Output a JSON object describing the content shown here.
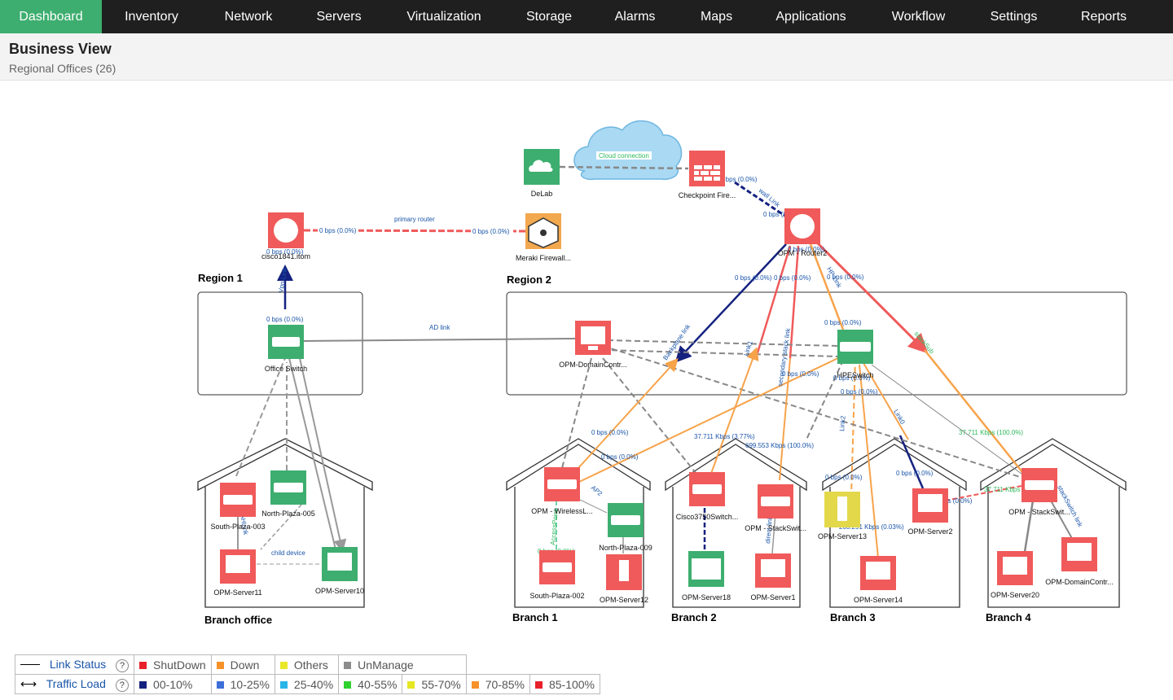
{
  "nav": [
    {
      "label": "Dashboard",
      "active": true
    },
    {
      "label": "Inventory"
    },
    {
      "label": "Network"
    },
    {
      "label": "Servers"
    },
    {
      "label": "Virtualization"
    },
    {
      "label": "Storage"
    },
    {
      "label": "Alarms"
    },
    {
      "label": "Maps"
    },
    {
      "label": "Applications"
    },
    {
      "label": "Workflow"
    },
    {
      "label": "Settings"
    },
    {
      "label": "Reports"
    }
  ],
  "header": {
    "title": "Business View",
    "subtitle": "Regional Offices (26)"
  },
  "colors": {
    "nav_bg": "#1f1f1f",
    "active": "#3dae6f",
    "down": "#f05a5a",
    "up": "#3dae6f",
    "warning": "#f2a84e",
    "attention": "#e3d84a",
    "traffic_orange": "#f7a34a",
    "traffic_navy": "#14217f"
  },
  "regions": {
    "region1": "Region 1",
    "region2": "Region 2",
    "branch_office": "Branch office",
    "branch1": "Branch 1",
    "branch2": "Branch 2",
    "branch3": "Branch 3",
    "branch4": "Branch 4"
  },
  "devices": {
    "delab": {
      "label": "DeLab",
      "icon": "cloud-server-icon",
      "status": "up"
    },
    "checkpoint": {
      "label": "Checkpoint Fire...",
      "icon": "firewall-icon",
      "status": "down"
    },
    "meraki": {
      "label": "Meraki Firewall...",
      "icon": "hub-icon",
      "status": "warning"
    },
    "cisco": {
      "label": "cisco1841.itom",
      "icon": "router-icon",
      "status": "down"
    },
    "router2": {
      "label": "OPM - Router2",
      "icon": "router-icon",
      "status": "down"
    },
    "office_switch": {
      "label": "Office Switch",
      "icon": "switch-icon",
      "status": "up"
    },
    "domain_contr": {
      "label": "OPM-DomainContr...",
      "icon": "server-icon",
      "status": "down"
    },
    "hpe_switch": {
      "label": "HPESwitch",
      "icon": "switch-icon",
      "status": "up"
    },
    "south_plaza_003": {
      "label": "South-Plaza-003",
      "icon": "switch-icon",
      "status": "down"
    },
    "north_plaza_005": {
      "label": "North-Plaza-005",
      "icon": "switch-icon",
      "status": "up"
    },
    "server11": {
      "label": "OPM-Server11",
      "icon": "server-icon",
      "status": "down"
    },
    "server10": {
      "label": "OPM-Server10",
      "icon": "server-icon",
      "status": "up"
    },
    "wireless": {
      "label": "OPM - WirelessL...",
      "icon": "switch-icon",
      "status": "down"
    },
    "north_plaza_009": {
      "label": "North-Plaza-009",
      "icon": "switch-icon",
      "status": "up"
    },
    "south_plaza_002": {
      "label": "South-Plaza-002",
      "icon": "switch-icon",
      "status": "down"
    },
    "server12": {
      "label": "OPM-Server12",
      "icon": "printer-icon",
      "status": "down"
    },
    "cisco3750": {
      "label": "Cisco3750Switch...",
      "icon": "switch-icon",
      "status": "down"
    },
    "stackswitch_b2": {
      "label": "OPM - StackSwit...",
      "icon": "switch-icon",
      "status": "down"
    },
    "server18": {
      "label": "OPM-Server18",
      "icon": "storage-icon",
      "status": "up"
    },
    "server1": {
      "label": "OPM-Server1",
      "icon": "linux-server-icon",
      "status": "down"
    },
    "server13": {
      "label": "OPM-Server13",
      "icon": "device-icon",
      "status": "attention"
    },
    "server2": {
      "label": "OPM-Server2",
      "icon": "server-icon",
      "status": "down"
    },
    "server14": {
      "label": "OPM-Server14",
      "icon": "server-icon",
      "status": "down"
    },
    "stackswitch_b4": {
      "label": "OPM - StackSwit...",
      "icon": "switch-icon",
      "status": "down"
    },
    "server20": {
      "label": "OPM-Server20",
      "icon": "server-icon",
      "status": "down"
    },
    "domain_contr2": {
      "label": "OPM-DomainContr...",
      "icon": "server-icon",
      "status": "down"
    }
  },
  "link_labels": {
    "cloud_connection": "Cloud connection",
    "primary_router": "primary router",
    "ad_link": "AD link",
    "child_device": "child device",
    "wall_link": "wall Link",
    "backplane_link": "Backplane link",
    "link1": "Link1",
    "secondary_stack_link": "secondary stack link",
    "hp_link": "HP Link",
    "stack_sub": "stackSub",
    "link2": "Link2",
    "link0": "Link0",
    "access_point": "AccessPoint",
    "ap2": "AP2",
    "stack_switch_link": "stackSwitch link",
    "ahnk": "AHLink",
    "direct_link": "direct link",
    "vpn_link": "Vpn Link"
  },
  "traffic": {
    "zero": "0 bps (0.0%)",
    "t1": "37.711 Kbps (3.77%)",
    "t2": "699.553 Kbps (100.0%)",
    "t3": "37.711 Kbps (100.0%)",
    "t4": "37.711 Kbps",
    "t5": "203.291 Kbps (0.03%)",
    "t6": "0 bps (0.0%)"
  },
  "legend": {
    "link_status_label": "Link Status",
    "traffic_load_label": "Traffic Load",
    "help": "?",
    "status": [
      {
        "label": "ShutDown",
        "color": "#e8202a"
      },
      {
        "label": "Down",
        "color": "#f7912a"
      },
      {
        "label": "Others",
        "color": "#e8e827"
      },
      {
        "label": "UnManage",
        "color": "#8c8c8c"
      }
    ],
    "load": [
      {
        "label": "00-10%",
        "color": "#14217f"
      },
      {
        "label": "10-25%",
        "color": "#3e6fd8"
      },
      {
        "label": "25-40%",
        "color": "#28b5e8"
      },
      {
        "label": "40-55%",
        "color": "#2ed12e"
      },
      {
        "label": "55-70%",
        "color": "#e6e623"
      },
      {
        "label": "70-85%",
        "color": "#f7912a"
      },
      {
        "label": "85-100%",
        "color": "#e8202a"
      }
    ]
  }
}
